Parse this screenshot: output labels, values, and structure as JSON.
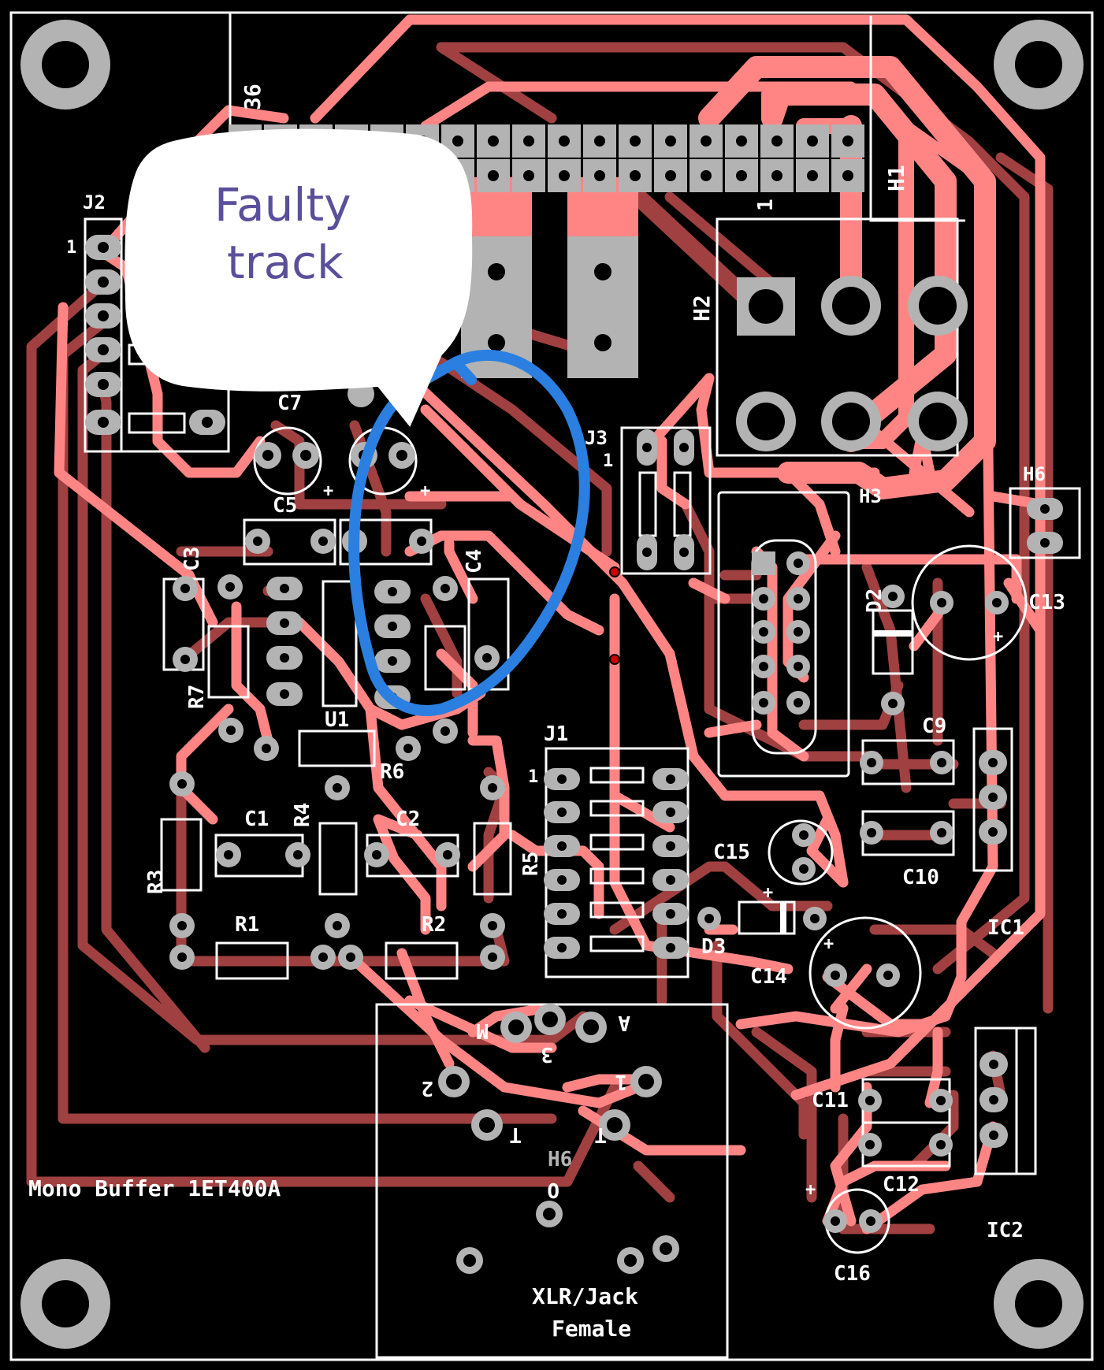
{
  "board": {
    "title": "Mono Buffer 1ET400A",
    "colors": {
      "background": "#000000",
      "top_copper": "#ff8585",
      "bottom_copper": "#a04040",
      "pad": "#b3b3b3",
      "silkscreen": "#ffffff",
      "annotation": "#2a7fe0",
      "callout_text": "#5a4f9a"
    }
  },
  "callout": {
    "text_line1": "Faulty",
    "text_line2": "track"
  },
  "labels": {
    "j2": "J2",
    "j2_pin1": "1",
    "h1": "H1",
    "h1_pin1": "1",
    "h1_pin36": "36",
    "h2": "H2",
    "h3": "H3",
    "h6_top": "H6",
    "h6_bottom": "H6",
    "j3": "J3",
    "j3_pin1": "1",
    "j1": "J1",
    "j1_pin1": "1",
    "c1": "C1",
    "c2": "C2",
    "c3": "C3",
    "c4": "C4",
    "c5": "C5",
    "c7": "C7",
    "c9": "C9",
    "c10": "C10",
    "c11": "C11",
    "c12": "C12",
    "c13": "C13",
    "c14": "C14",
    "c15": "C15",
    "c16": "C16",
    "r1": "R1",
    "r2": "R2",
    "r3": "R3",
    "r4": "R4",
    "r5": "R5",
    "r6": "R6",
    "r7": "R7",
    "u1": "U1",
    "d2": "D2",
    "d3": "D3",
    "ic1": "IC1",
    "ic2": "IC2",
    "xlr_line1": "XLR/Jack",
    "xlr_line2": "Female",
    "xlr_m": "M",
    "xlr_a": "A",
    "xlr_3": "3",
    "xlr_2": "2",
    "xlr_1": "1",
    "xlr_t1": "T",
    "xlr_t2": "T",
    "xlr_o": "O",
    "plus": "+"
  }
}
